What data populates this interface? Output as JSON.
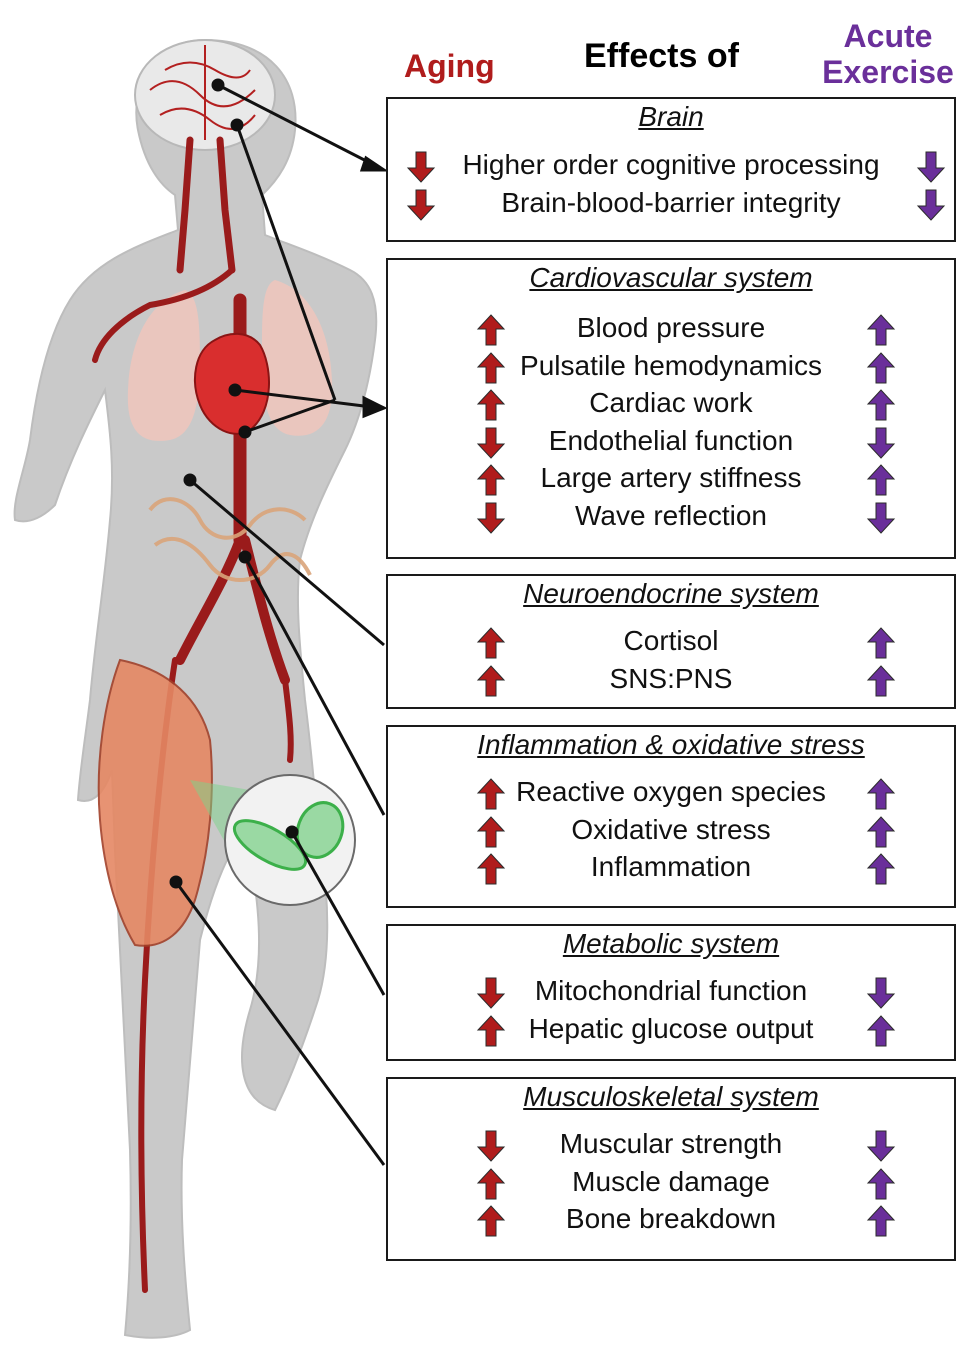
{
  "header": {
    "aging": "Aging",
    "effects_of": "Effects of",
    "acute_exercise": "Acute Exercise"
  },
  "colors": {
    "aging": "#b01c1c",
    "exercise": "#6a2f9a",
    "vessel": "#9a1b1b",
    "body": "#c8c8c8",
    "muscle": "#e07a55",
    "mitochondria": "#3cb04a"
  },
  "icons": {
    "up": "arrow-up-icon",
    "down": "arrow-down-icon"
  },
  "systems": [
    {
      "title": "Brain",
      "items": [
        {
          "label": "Higher order cognitive processing",
          "aging": "down",
          "exercise": "down"
        },
        {
          "label": "Brain-blood-barrier integrity",
          "aging": "down",
          "exercise": "down"
        }
      ]
    },
    {
      "title": "Cardiovascular system",
      "items": [
        {
          "label": "Blood pressure",
          "aging": "up",
          "exercise": "up"
        },
        {
          "label": "Pulsatile hemodynamics",
          "aging": "up",
          "exercise": "up"
        },
        {
          "label": "Cardiac work",
          "aging": "up",
          "exercise": "up"
        },
        {
          "label": "Endothelial function",
          "aging": "down",
          "exercise": "down"
        },
        {
          "label": "Large artery stiffness",
          "aging": "up",
          "exercise": "up"
        },
        {
          "label": "Wave reflection",
          "aging": "down",
          "exercise": "down"
        }
      ]
    },
    {
      "title": "Neuroendocrine system",
      "items": [
        {
          "label": "Cortisol",
          "aging": "up",
          "exercise": "up"
        },
        {
          "label": "SNS:PNS",
          "aging": "up",
          "exercise": "up"
        }
      ]
    },
    {
      "title": "Inflammation & oxidative stress",
      "items": [
        {
          "label": "Reactive oxygen species",
          "aging": "up",
          "exercise": "up"
        },
        {
          "label": "Oxidative stress",
          "aging": "up",
          "exercise": "up"
        },
        {
          "label": "Inflammation",
          "aging": "up",
          "exercise": "up"
        }
      ]
    },
    {
      "title": "Metabolic system",
      "items": [
        {
          "label": "Mitochondrial function",
          "aging": "down",
          "exercise": "down"
        },
        {
          "label": "Hepatic glucose output",
          "aging": "up",
          "exercise": "up"
        }
      ]
    },
    {
      "title": "Musculoskeletal system",
      "items": [
        {
          "label": "Muscular strength",
          "aging": "down",
          "exercise": "down"
        },
        {
          "label": "Muscle damage",
          "aging": "up",
          "exercise": "up"
        },
        {
          "label": "Bone breakdown",
          "aging": "up",
          "exercise": "up"
        }
      ]
    }
  ]
}
